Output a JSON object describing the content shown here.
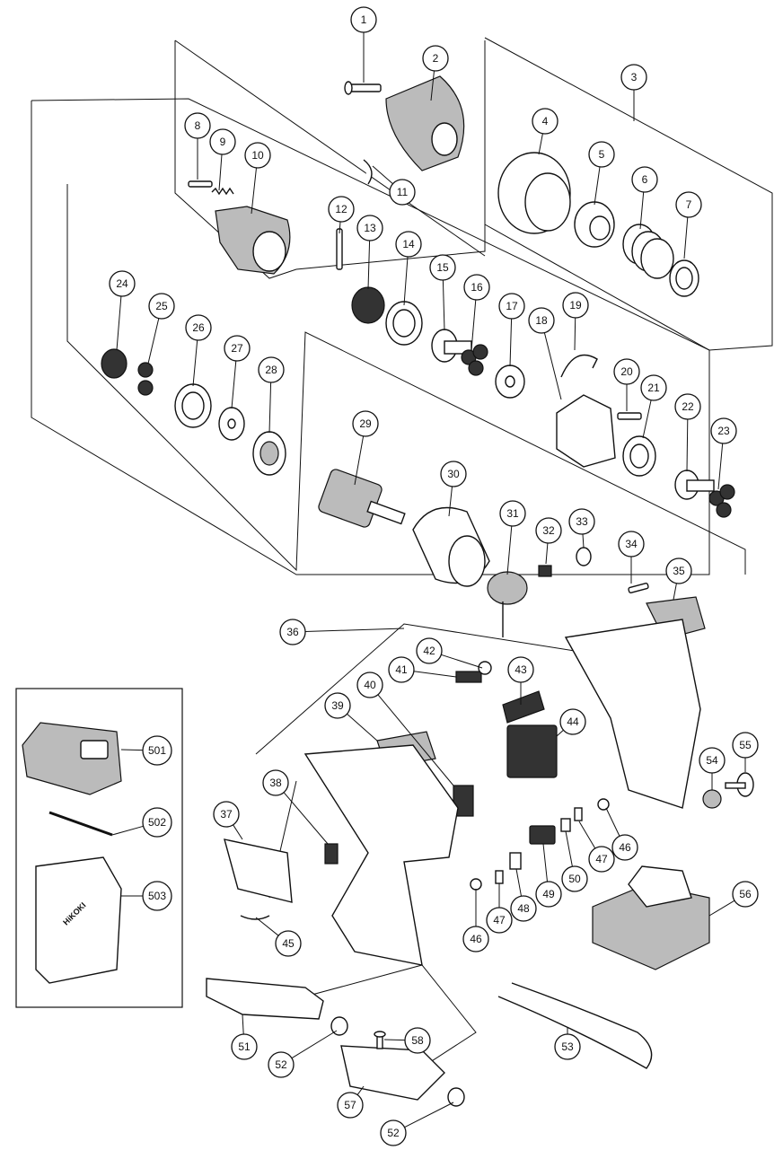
{
  "callouts": [
    {
      "label": "1"
    },
    {
      "label": "2"
    },
    {
      "label": "3"
    },
    {
      "label": "4"
    },
    {
      "label": "5"
    },
    {
      "label": "6"
    },
    {
      "label": "7"
    },
    {
      "label": "8"
    },
    {
      "label": "9"
    },
    {
      "label": "10"
    },
    {
      "label": "11"
    },
    {
      "label": "12"
    },
    {
      "label": "13"
    },
    {
      "label": "14"
    },
    {
      "label": "15"
    },
    {
      "label": "16"
    },
    {
      "label": "17"
    },
    {
      "label": "18"
    },
    {
      "label": "19"
    },
    {
      "label": "20"
    },
    {
      "label": "21"
    },
    {
      "label": "22"
    },
    {
      "label": "23"
    },
    {
      "label": "24"
    },
    {
      "label": "25"
    },
    {
      "label": "26"
    },
    {
      "label": "27"
    },
    {
      "label": "28"
    },
    {
      "label": "29"
    },
    {
      "label": "30"
    },
    {
      "label": "31"
    },
    {
      "label": "32"
    },
    {
      "label": "33"
    },
    {
      "label": "34"
    },
    {
      "label": "35"
    },
    {
      "label": "36"
    },
    {
      "label": "37"
    },
    {
      "label": "38"
    },
    {
      "label": "39"
    },
    {
      "label": "40"
    },
    {
      "label": "41"
    },
    {
      "label": "42"
    },
    {
      "label": "43"
    },
    {
      "label": "44"
    },
    {
      "label": "45"
    },
    {
      "label": "46"
    },
    {
      "label": "46"
    },
    {
      "label": "47"
    },
    {
      "label": "47"
    },
    {
      "label": "48"
    },
    {
      "label": "49"
    },
    {
      "label": "50"
    },
    {
      "label": "51"
    },
    {
      "label": "52"
    },
    {
      "label": "52"
    },
    {
      "label": "53"
    },
    {
      "label": "54"
    },
    {
      "label": "55"
    },
    {
      "label": "56"
    },
    {
      "label": "57"
    },
    {
      "label": "58"
    },
    {
      "label": "501"
    },
    {
      "label": "502"
    },
    {
      "label": "503"
    }
  ],
  "case_logo_text": "HiKOKI"
}
